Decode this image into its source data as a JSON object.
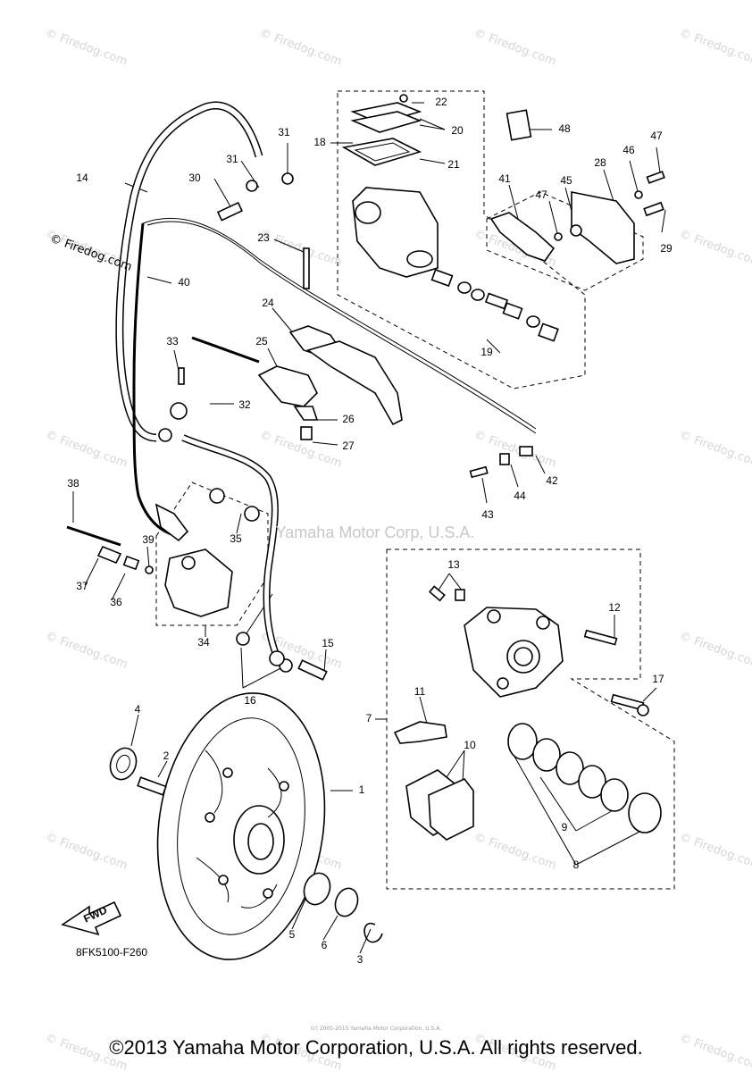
{
  "diagram": {
    "code": "8FK5100-F260",
    "fwd_label": "FWD",
    "center_watermark": "Yamaha Motor Corp, U.S.A.",
    "small_credit": "(c) 2005-2015 Yamaha Motor Corporation, U.S.A.",
    "copyright": "©2013 Yamaha Motor Corporation, U.S.A. All rights reserved.",
    "side_watermark": "© Firedog.com",
    "watermark_text": "© Firedog.com",
    "callouts": [
      "1",
      "2",
      "3",
      "4",
      "5",
      "6",
      "7",
      "8",
      "9",
      "10",
      "11",
      "12",
      "13",
      "14",
      "15",
      "16",
      "17",
      "18",
      "19",
      "20",
      "21",
      "22",
      "23",
      "24",
      "25",
      "26",
      "27",
      "28",
      "29",
      "30",
      "31",
      "31",
      "32",
      "33",
      "34",
      "35",
      "36",
      "37",
      "38",
      "39",
      "40",
      "41",
      "42",
      "43",
      "44",
      "45",
      "46",
      "47",
      "47",
      "48"
    ]
  }
}
